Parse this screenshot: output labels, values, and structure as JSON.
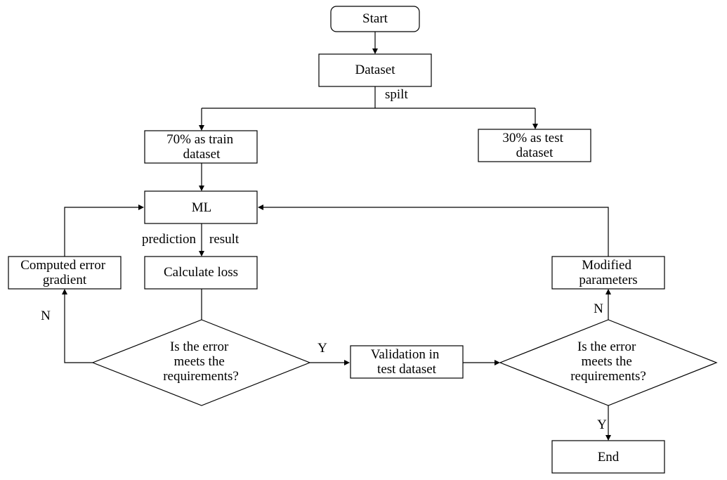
{
  "nodes": {
    "start": "Start",
    "dataset": "Dataset",
    "train": [
      "70% as train",
      "dataset"
    ],
    "test": [
      "30% as test",
      "dataset"
    ],
    "ml": "ML",
    "computed_gradient": [
      "Computed error",
      "gradient"
    ],
    "calculate_loss": "Calculate loss",
    "decision_left": [
      "Is the error",
      "meets the",
      "requirements?"
    ],
    "validation": [
      "Validation in",
      "test dataset"
    ],
    "decision_right": [
      "Is the error",
      "meets the",
      "requirements?"
    ],
    "modified_parameters": [
      "Modified",
      "parameters"
    ],
    "end": "End"
  },
  "edge_labels": {
    "split": "spilt",
    "prediction": "prediction",
    "result": "result",
    "left_no": "N",
    "left_yes": "Y",
    "right_no": "N",
    "right_yes": "Y"
  }
}
